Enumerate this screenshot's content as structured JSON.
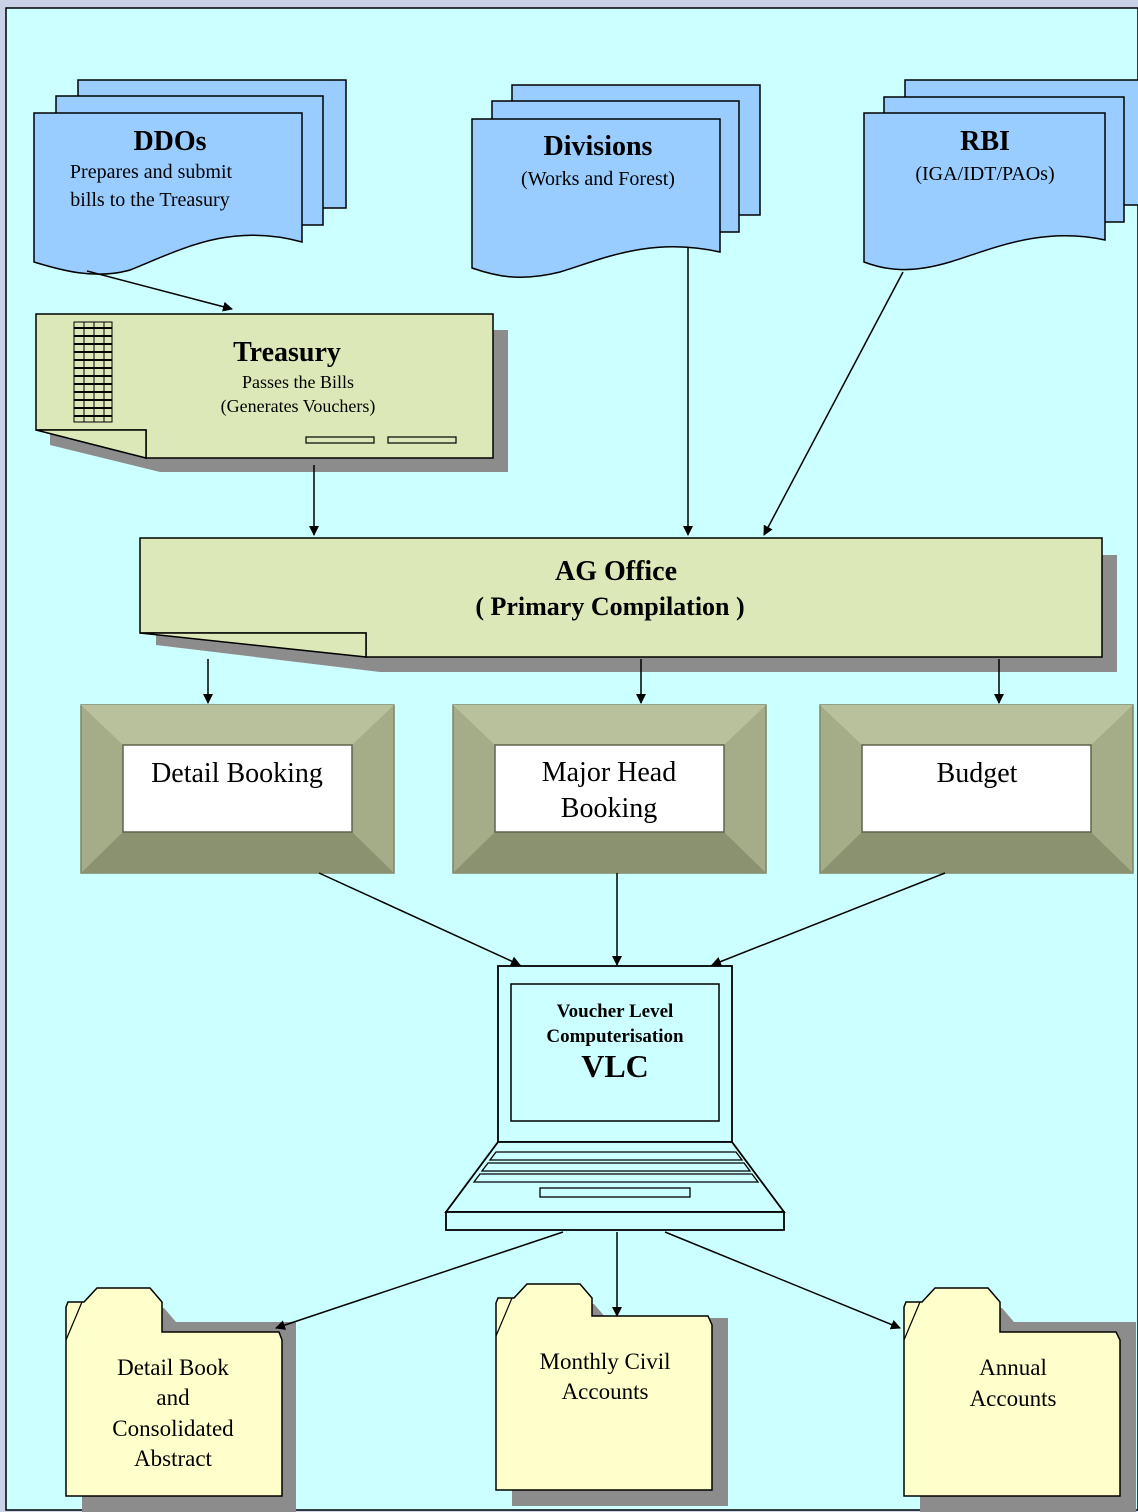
{
  "sources": {
    "ddos": {
      "title": "DDOs",
      "line1": "Prepares and submit",
      "line2": "bills to the Treasury"
    },
    "divisions": {
      "title": "Divisions",
      "sub": "(Works and Forest)"
    },
    "rbi": {
      "title": "RBI",
      "sub": "(IGA/IDT/PAOs)"
    }
  },
  "treasury": {
    "title": "Treasury",
    "line1": "Passes the Bills",
    "line2": "(Generates Vouchers)"
  },
  "ag_office": {
    "title": "AG Office",
    "sub": "( Primary Compilation )"
  },
  "bookings": {
    "detail": "Detail Booking",
    "major_line1": "Major Head",
    "major_line2": "Booking",
    "budget": "Budget"
  },
  "vlc": {
    "line1": "Voucher Level",
    "line2": "Computerisation",
    "abbr": "VLC"
  },
  "outputs": {
    "detail_book": {
      "line1": "Detail Book",
      "line2": "and",
      "line3": "Consolidated",
      "line4": "Abstract"
    },
    "monthly": {
      "line1": "Monthly Civil",
      "line2": "Accounts"
    },
    "annual": {
      "line1": "Annual",
      "line2": "Accounts"
    }
  },
  "colors": {
    "background": "#ccffff",
    "document_fill": "#99ccff",
    "note_fill": "#dde8b8",
    "frame_fill": "#a4ad88",
    "folder_fill": "#ffffcc",
    "shadow": "#8c8c8c"
  }
}
